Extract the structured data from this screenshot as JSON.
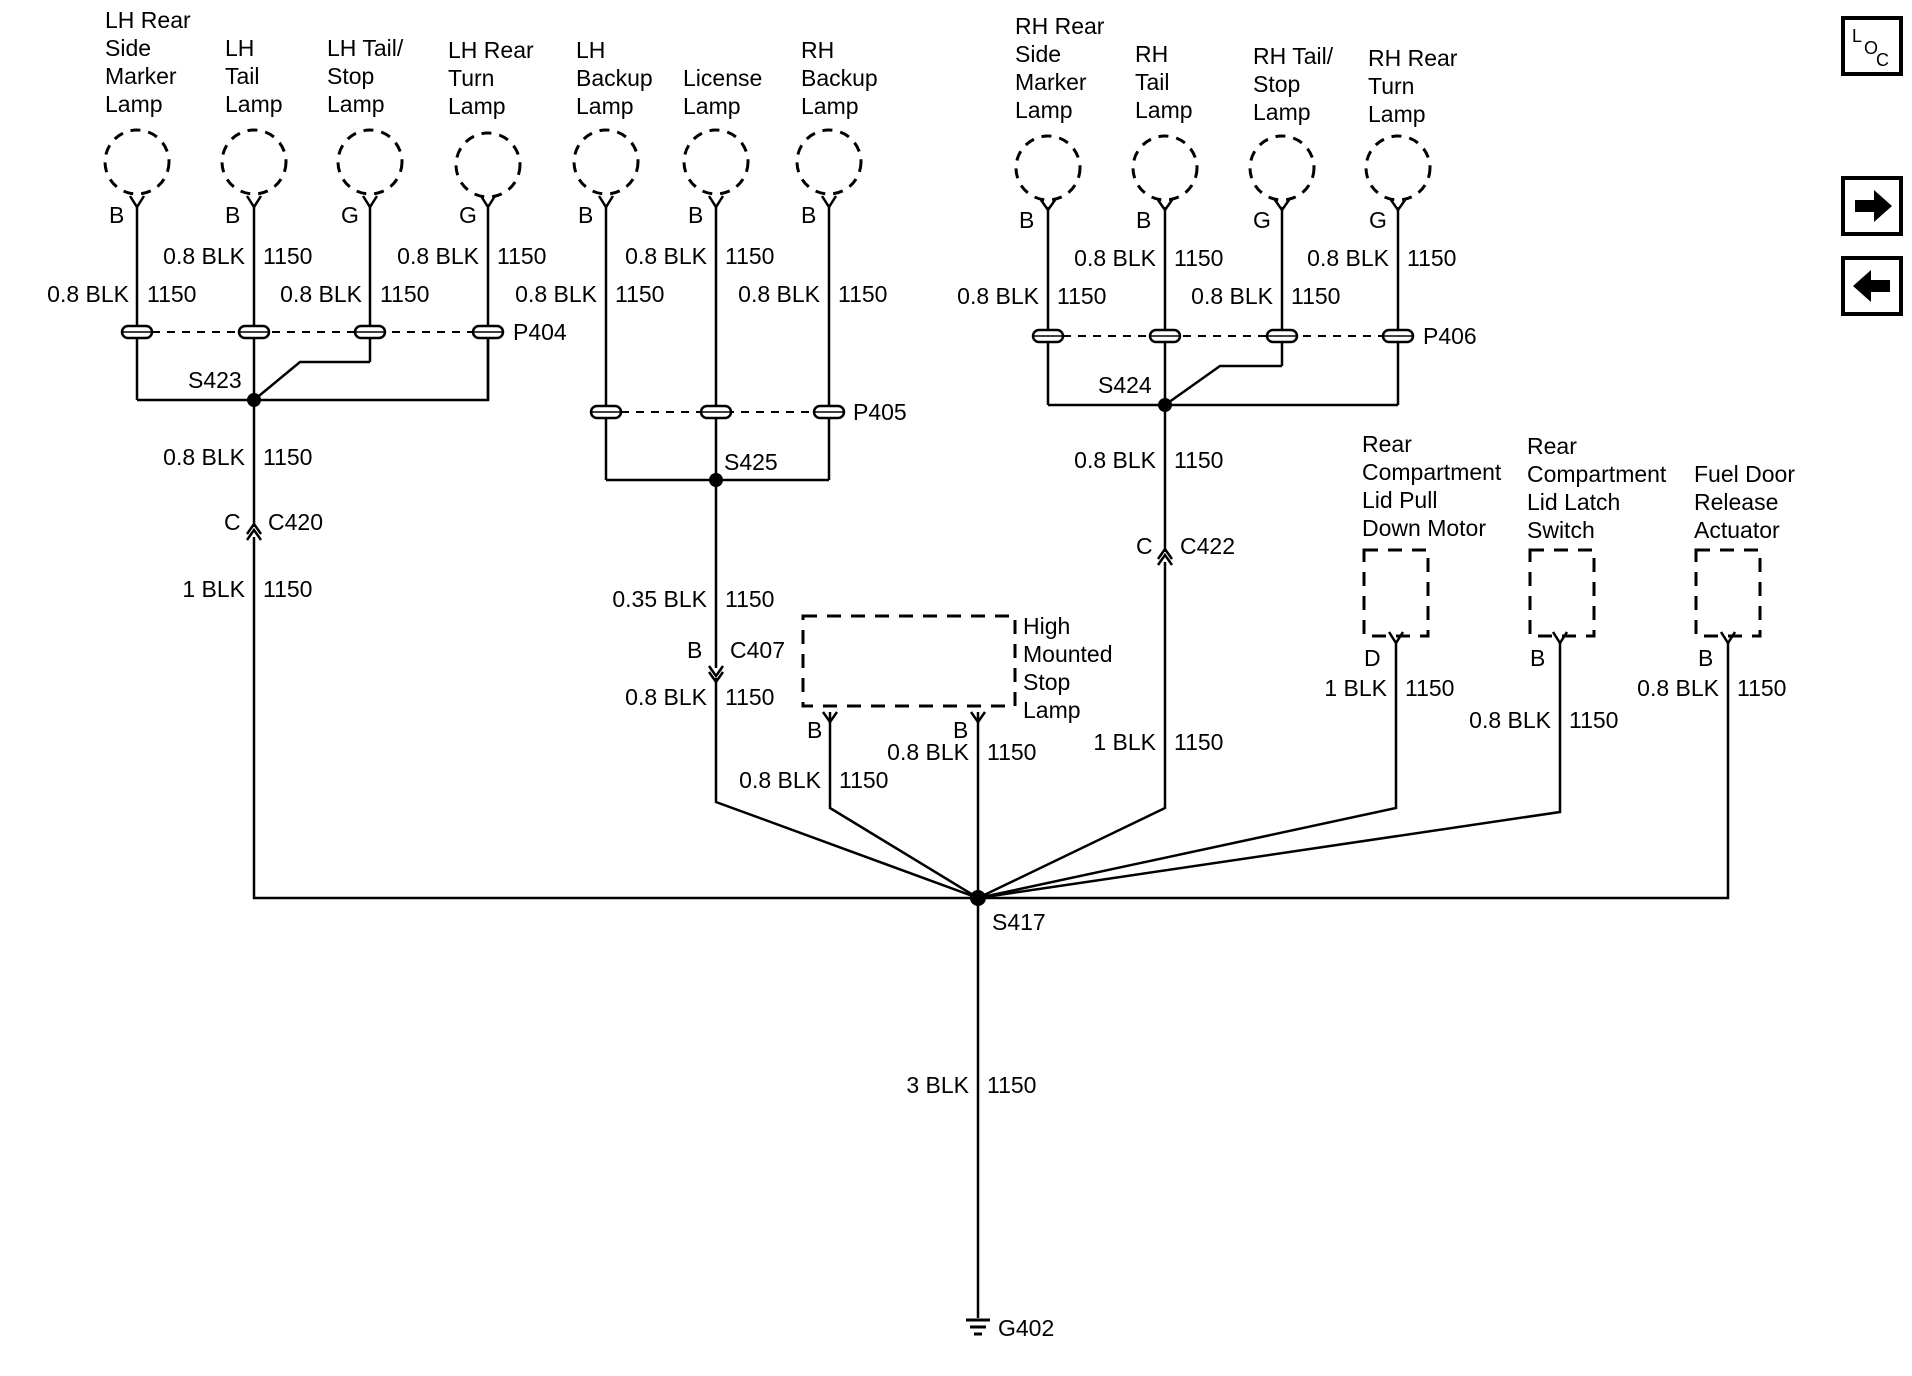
{
  "nav": {
    "loc_icon": "loc-icon",
    "next_icon": "right-arrow-icon",
    "prev_icon": "left-arrow-icon",
    "loc_glyphs": [
      "L",
      "O",
      "C"
    ]
  },
  "components": [
    {
      "id": "lh-rear-side-marker",
      "lines": [
        "LH Rear",
        "Side",
        "Marker",
        "Lamp"
      ],
      "pin": "B",
      "wire": "0.8 BLK",
      "circuit": "1150"
    },
    {
      "id": "lh-tail",
      "lines": [
        "LH",
        "Tail",
        "Lamp"
      ],
      "pin": "B",
      "wire": "0.8 BLK",
      "circuit": "1150"
    },
    {
      "id": "lh-tail-stop",
      "lines": [
        "LH Tail/",
        "Stop",
        "Lamp"
      ],
      "pin": "G",
      "wire": "0.8 BLK",
      "circuit": "1150"
    },
    {
      "id": "lh-rear-turn",
      "lines": [
        "LH Rear",
        "Turn",
        "Lamp"
      ],
      "pin": "G",
      "wire": "0.8 BLK",
      "circuit": "1150"
    },
    {
      "id": "lh-backup",
      "lines": [
        "LH",
        "Backup",
        "Lamp"
      ],
      "pin": "B",
      "wire": "0.8 BLK",
      "circuit": "1150"
    },
    {
      "id": "license",
      "lines": [
        "License",
        "Lamp"
      ],
      "pin": "B",
      "wire": "0.8 BLK",
      "circuit": "1150"
    },
    {
      "id": "rh-backup",
      "lines": [
        "RH",
        "Backup",
        "Lamp"
      ],
      "pin": "B",
      "wire": "0.8 BLK",
      "circuit": "1150"
    },
    {
      "id": "rh-rear-side-marker",
      "lines": [
        "RH Rear",
        "Side",
        "Marker",
        "Lamp"
      ],
      "pin": "B",
      "wire": "0.8 BLK",
      "circuit": "1150"
    },
    {
      "id": "rh-tail",
      "lines": [
        "RH",
        "Tail",
        "Lamp"
      ],
      "pin": "B",
      "wire": "0.8 BLK",
      "circuit": "1150"
    },
    {
      "id": "rh-tail-stop",
      "lines": [
        "RH Tail/",
        "Stop",
        "Lamp"
      ],
      "pin": "G",
      "wire": "0.8 BLK",
      "circuit": "1150"
    },
    {
      "id": "rh-rear-turn",
      "lines": [
        "RH Rear",
        "Turn",
        "Lamp"
      ],
      "pin": "G",
      "wire": "0.8 BLK",
      "circuit": "1150"
    },
    {
      "id": "rear-compartment-lid-pull-down-motor",
      "lines": [
        "Rear",
        "Compartment",
        "Lid Pull",
        "Down Motor"
      ],
      "pin": "D",
      "wire": "1 BLK",
      "circuit": "1150"
    },
    {
      "id": "rear-compartment-lid-latch-switch",
      "lines": [
        "Rear",
        "Compartment",
        "Lid Latch",
        "Switch"
      ],
      "pin": "B",
      "wire": "0.8 BLK",
      "circuit": "1150"
    },
    {
      "id": "fuel-door-release-actuator",
      "lines": [
        "Fuel Door",
        "Release",
        "Actuator"
      ],
      "pin": "B",
      "wire": "0.8 BLK",
      "circuit": "1150"
    },
    {
      "id": "high-mounted-stop-lamp",
      "lines": [
        "High",
        "Mounted",
        "Stop",
        "Lamp"
      ],
      "pins": [
        "B",
        "B"
      ],
      "wires": [
        {
          "wire": "0.8 BLK",
          "circuit": "1150"
        },
        {
          "wire": "0.8 BLK",
          "circuit": "1150"
        }
      ]
    }
  ],
  "connectors": {
    "P404": "P404",
    "P405": "P405",
    "P406": "P406",
    "C420": {
      "name": "C420",
      "pin": "C"
    },
    "C422": {
      "name": "C422",
      "pin": "C"
    },
    "C407": {
      "name": "C407",
      "pin": "B"
    }
  },
  "splices": {
    "S423": "S423",
    "S424": "S424",
    "S425": "S425",
    "S417": "S417"
  },
  "ground": "G402",
  "trunk_wires": [
    {
      "id": "s423-c420",
      "wire": "0.8 BLK",
      "circuit": "1150"
    },
    {
      "id": "c420-s417",
      "wire": "1 BLK",
      "circuit": "1150"
    },
    {
      "id": "s425-c407",
      "wire": "0.35 BLK",
      "circuit": "1150"
    },
    {
      "id": "c407-s417",
      "wire": "0.8 BLK",
      "circuit": "1150"
    },
    {
      "id": "s424-c422",
      "wire": "0.8 BLK",
      "circuit": "1150"
    },
    {
      "id": "c422-s417",
      "wire": "1 BLK",
      "circuit": "1150"
    },
    {
      "id": "s417-g402",
      "wire": "3 BLK",
      "circuit": "1150"
    }
  ]
}
